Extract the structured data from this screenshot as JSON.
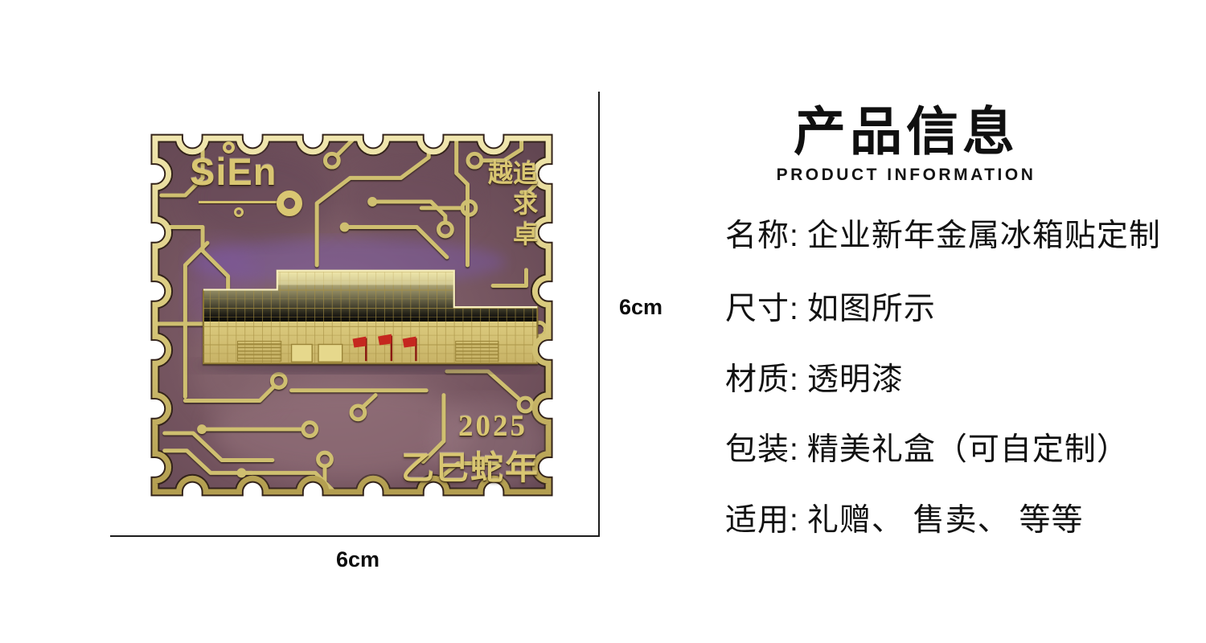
{
  "product_photo": {
    "stamp": {
      "logo_text": "SiEn",
      "slogan_vertical": "追求卓越",
      "year": "2025",
      "zodiac_label": "乙巳蛇年",
      "colors": {
        "board_purple": "#74545f",
        "trace_gold": "#cfbf70",
        "border_gold": "#d8c87a",
        "building_gold": "#ddcd82",
        "flag_red": "#c5271f"
      }
    },
    "dimension_height_label": "6cm",
    "dimension_width_label": "6cm"
  },
  "info_panel": {
    "title": "产品信息",
    "subtitle": "PRODUCT INFORMATION",
    "rows": [
      {
        "label": "名称:",
        "value": "企业新年金属冰箱贴定制"
      },
      {
        "label": "尺寸:",
        "value": "如图所示"
      },
      {
        "label": "材质:",
        "value": "透明漆"
      },
      {
        "label": "包装:",
        "value": "精美礼盒（可自定制）"
      },
      {
        "label": "适用:",
        "value": "礼赠、 售卖、 等等"
      }
    ]
  }
}
